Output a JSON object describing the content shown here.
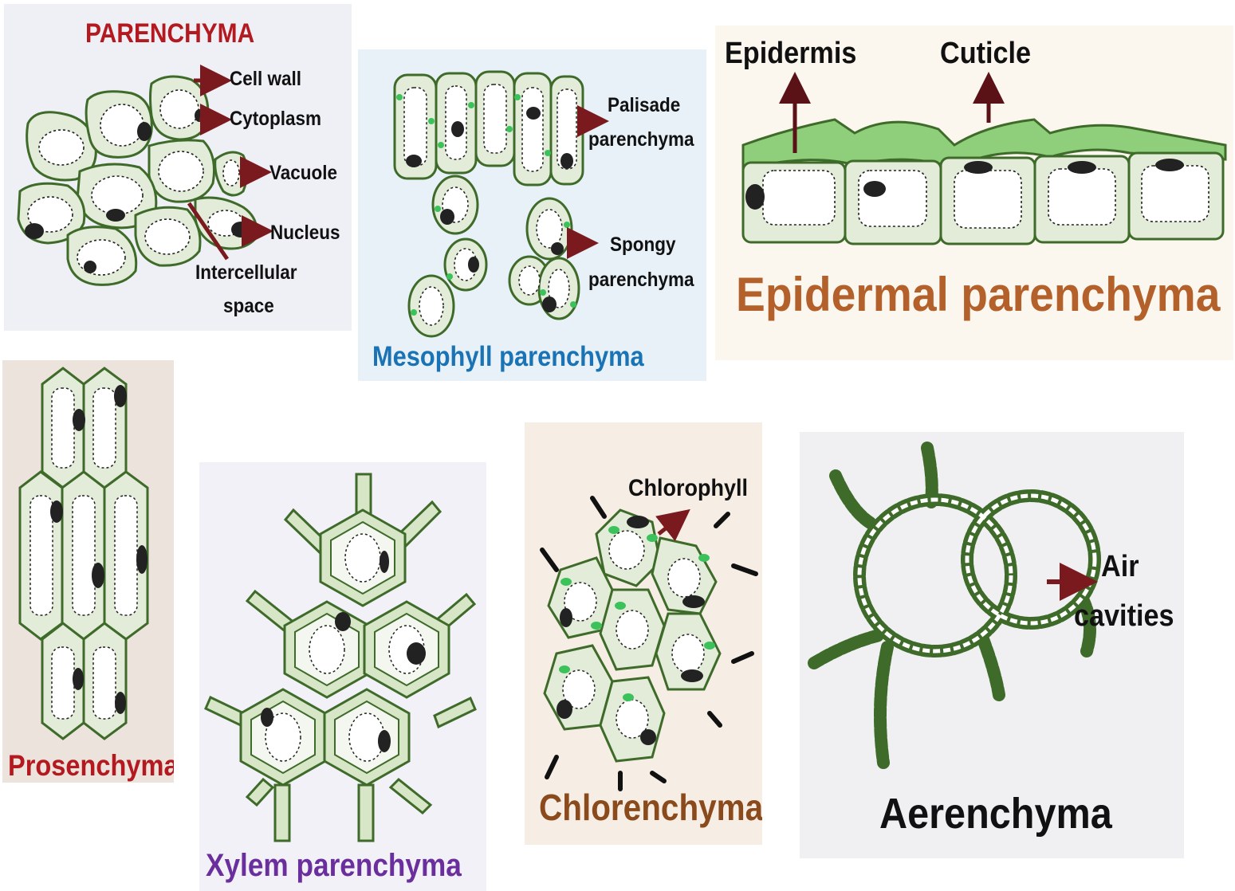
{
  "colors": {
    "cell_outline": "#3f6b2a",
    "cell_fill": "#e3ecd8",
    "arrow": "#7a1a1e",
    "cuticle": "#8fce7a",
    "chloroplast": "#3cc25a",
    "parenchyma_title": "#b3191e",
    "mesophyll_title": "#1a73b5",
    "epidermal_title": "#b3602b",
    "xylem_title": "#6a2f9c",
    "chlorenchyma_title": "#8a4a1c"
  },
  "parenchyma": {
    "title": "PARENCHYMA",
    "labels": {
      "cell_wall": "Cell wall",
      "cytoplasm": "Cytoplasm",
      "vacuole": "Vacuole",
      "nucleus": "Nucleus",
      "intercellular_1": "Intercellular",
      "intercellular_2": "space"
    }
  },
  "mesophyll": {
    "title": "Mesophyll parenchyma",
    "labels": {
      "palisade_1": "Palisade",
      "palisade_2": "parenchyma",
      "spongy_1": "Spongy",
      "spongy_2": "parenchyma"
    }
  },
  "epidermal": {
    "title": "Epidermal parenchyma",
    "labels": {
      "epidermis": "Epidermis",
      "cuticle": "Cuticle"
    }
  },
  "prosenchyma": {
    "title": "Prosenchyma"
  },
  "xylem": {
    "title": "Xylem parenchyma"
  },
  "chlorenchyma": {
    "title": "Chlorenchyma",
    "labels": {
      "chlorophyll": "Chlorophyll"
    }
  },
  "aerenchyma": {
    "title": "Aerenchyma",
    "labels": {
      "air_1": "Air",
      "air_2": "cavities"
    }
  }
}
